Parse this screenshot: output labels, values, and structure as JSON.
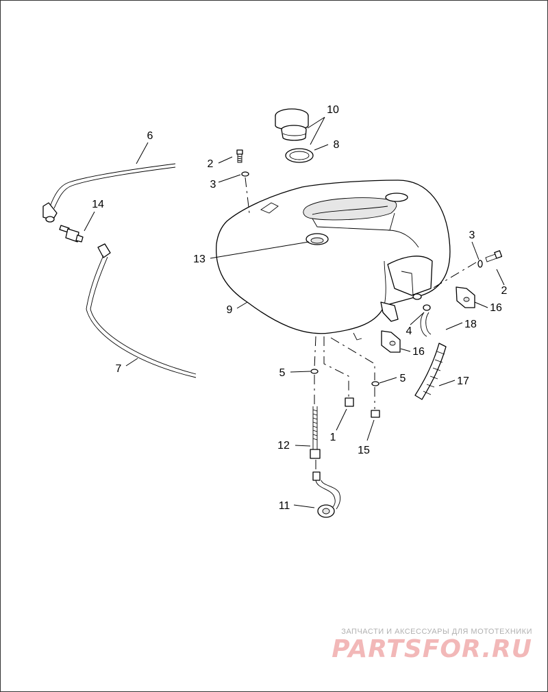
{
  "diagram": {
    "part_labels": {
      "p1": "1",
      "p2a": "2",
      "p2b": "2",
      "p3a": "3",
      "p3b": "3",
      "p4": "4",
      "p5a": "5",
      "p5b": "5",
      "p6": "6",
      "p7": "7",
      "p8": "8",
      "p9": "9",
      "p10": "10",
      "p11": "11",
      "p12": "12",
      "p13": "13",
      "p14": "14",
      "p15": "15",
      "p16a": "16",
      "p16b": "16",
      "p17": "17",
      "p18": "18"
    }
  },
  "watermark": {
    "tagline": "ЗАПЧАСТИ И АКСЕССУАРЫ ДЛЯ МОТОТЕХНИКИ",
    "logo_text": "PARTSFOR.RU",
    "logo_color": "#f2b8b8"
  }
}
